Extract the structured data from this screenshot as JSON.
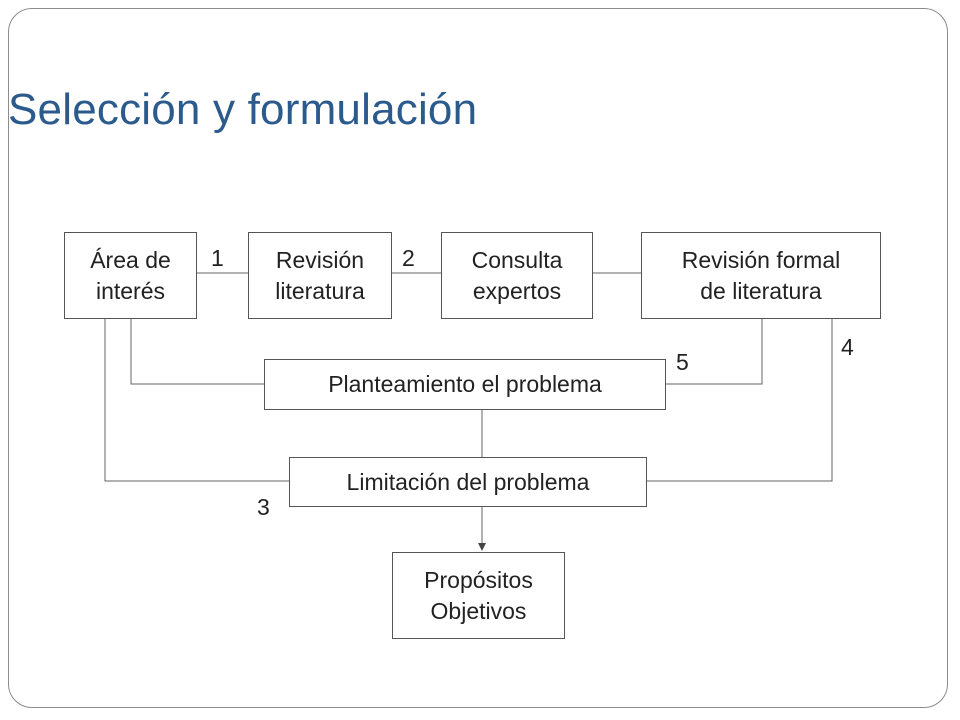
{
  "title": "Selección y formulación",
  "diagram": {
    "nodes": {
      "area_interes": {
        "line1": "Área de",
        "line2": "interés"
      },
      "revision_literatura": {
        "line1": "Revisión",
        "line2": "literatura"
      },
      "consulta_expertos": {
        "line1": "Consulta",
        "line2": "expertos"
      },
      "revision_formal": {
        "line1": "Revisión formal",
        "line2": "de literatura"
      },
      "planteamiento": {
        "label": "Planteamiento el problema"
      },
      "limitacion": {
        "label": "Limitación del problema"
      },
      "propositos": {
        "line1": "Propósitos",
        "line2": "Objetivos"
      }
    },
    "step_labels": [
      "1",
      "2",
      "3",
      "4",
      "5"
    ]
  }
}
